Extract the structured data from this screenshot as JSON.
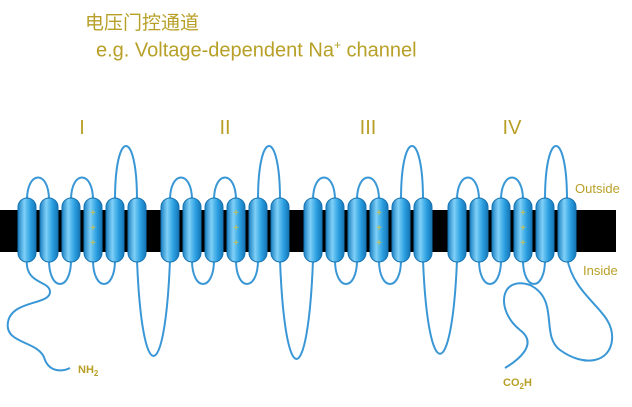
{
  "title_cn": "电压门控通道",
  "title_en": "e.g. Voltage-dependent Na",
  "title_en_sup": "+",
  "title_en_rest": " channel",
  "label_outside": "Outside",
  "label_inside": "Inside",
  "domains": [
    "I",
    "II",
    "III",
    "IV"
  ],
  "terminal_n": "NH",
  "terminal_n_sub": "2",
  "terminal_c_pre": "CO",
  "terminal_c_sub": "2",
  "terminal_c_post": "H",
  "charge_symbol": "+",
  "colors": {
    "text_gold": "#b8a028",
    "helix_blue": "#2a9fe0",
    "helix_light": "#7fd0f7",
    "loop_blue": "#3a97d6",
    "membrane": "#000000",
    "charge": "#d8c23a"
  }
}
